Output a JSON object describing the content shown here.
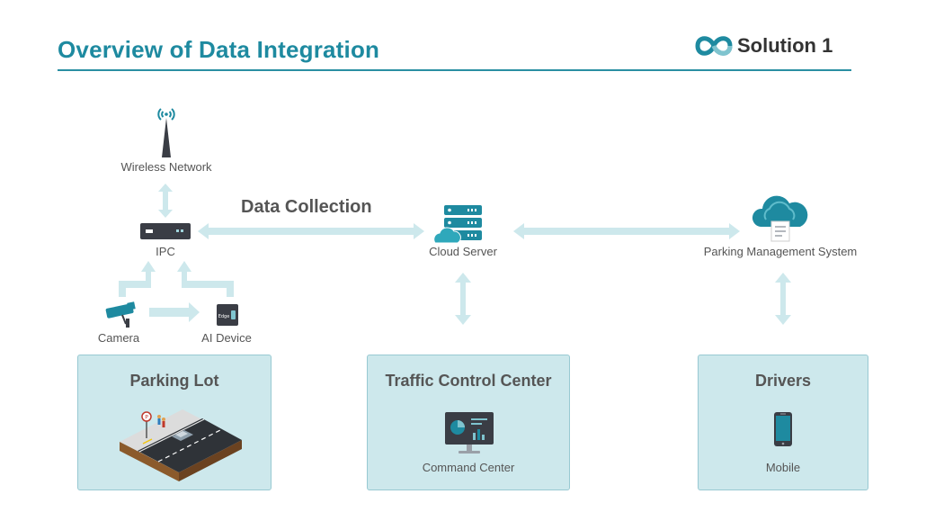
{
  "header": {
    "title": "Overview of Data Integration",
    "brand": "Solution 1"
  },
  "nodes": {
    "wireless": "Wireless Network",
    "ipc": "IPC",
    "cloud": "Cloud Server",
    "pms": "Parking Management System",
    "camera": "Camera",
    "ai": "AI Device",
    "ai_chip": "Edge"
  },
  "flow": {
    "data_collection": "Data Collection"
  },
  "boxes": {
    "parking": {
      "title": "Parking Lot"
    },
    "traffic": {
      "title": "Traffic Control Center",
      "sub": "Command Center"
    },
    "drivers": {
      "title": "Drivers",
      "sub": "Mobile"
    }
  },
  "colors": {
    "accent": "#1e8aa0",
    "arrow": "#cde8ec",
    "box": "#cde8ec",
    "dark": "#3a3d45"
  }
}
